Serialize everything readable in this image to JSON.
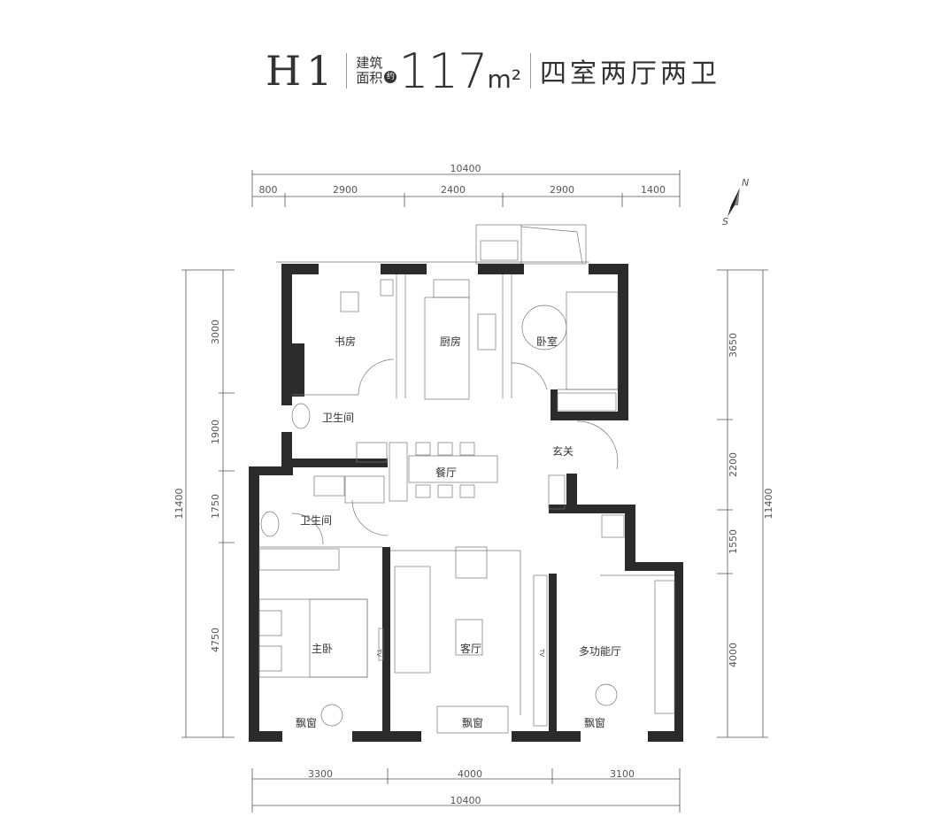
{
  "title": {
    "unit_code": "H1",
    "area_label_line1": "建筑",
    "area_label_line2": "面积",
    "approx": "约",
    "area_value": "117",
    "area_unit": "m²",
    "layout_type": "四室两厅两卫"
  },
  "compass": {
    "north": "N",
    "south": "S"
  },
  "dimensions": {
    "top_total": "10400",
    "top_segments": [
      "800",
      "2900",
      "2400",
      "2900",
      "1400"
    ],
    "bottom_segments": [
      "3300",
      "4000",
      "3100"
    ],
    "bottom_total": "10400",
    "left_segments": [
      "3000",
      "1900",
      "1750",
      "4750"
    ],
    "left_total": "11400",
    "right_segments": [
      "3650",
      "2200",
      "1550",
      "4000"
    ],
    "right_total": "11400"
  },
  "rooms": {
    "study": "书房",
    "kitchen": "厨房",
    "bedroom": "卧室",
    "bathroom_upper": "卫生间",
    "foyer": "玄关",
    "dining": "餐厅",
    "bathroom_lower": "卫生间",
    "master_bedroom": "主卧",
    "living_room": "客厅",
    "multifunction": "多功能厅",
    "bay_window_1": "飘窗",
    "bay_window_2": "飘窗",
    "bay_window_3": "飘窗",
    "tv_1": "TV",
    "tv_2": "TV"
  }
}
